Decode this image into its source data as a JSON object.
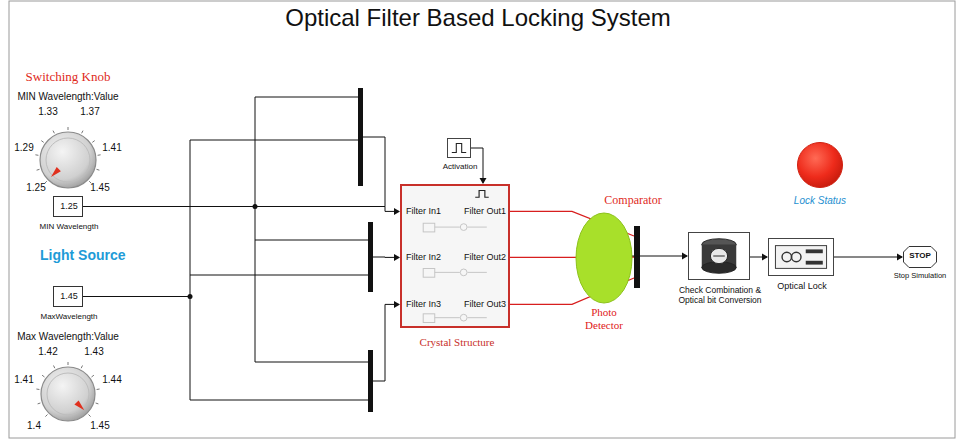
{
  "diagram": {
    "title": "Optical Filter Based Locking System",
    "nodes": [
      {
        "text": [
          "MIN Wavelength:Value",
          "1.33",
          "1.37",
          "1.29",
          "1.41",
          "1.25",
          "1.45"
        ]
      },
      {
        "text": [
          "1.25",
          "MIN Wavelength"
        ]
      },
      {
        "text": [
          "1.45",
          "MaxWavelength"
        ]
      },
      {
        "text": [
          "Max Wavelength:Value",
          "1.42",
          "1.43",
          "1.41",
          "1.44",
          "1.4",
          "1.45"
        ]
      },
      {
        "text": [
          "Activation"
        ]
      },
      {
        "text": [
          "Filter In1",
          "Filter In2",
          "Filter In3",
          "Filter Out1",
          "Filter Out2",
          "Filter Out3",
          "Crystal Structure"
        ]
      },
      {
        "text": [
          "Photo Detector"
        ]
      },
      {
        "text": [
          "Check Combination & Optical bit Conversion"
        ]
      },
      {
        "text": [
          "Optical Lock"
        ]
      },
      {
        "text": [
          "STOP",
          "Stop Simulation"
        ]
      },
      {
        "text": [
          "Lock Status"
        ]
      }
    ],
    "edges": [
      {
        "from": 1,
        "to": 5,
        "arrow": "to"
      },
      {
        "from": 2,
        "to": 5,
        "arrow": "to"
      },
      {
        "from": 4,
        "to": 5,
        "arrow": "to"
      },
      {
        "from": 5,
        "to": 6,
        "arrow": "none"
      },
      {
        "from": 6,
        "to": 7,
        "arrow": "to"
      },
      {
        "from": 7,
        "to": 8,
        "arrow": "to"
      },
      {
        "from": 8,
        "to": 9,
        "arrow": "to"
      }
    ],
    "labels": [
      "Switching Knob",
      "Light Source",
      "Comparator"
    ]
  }
}
